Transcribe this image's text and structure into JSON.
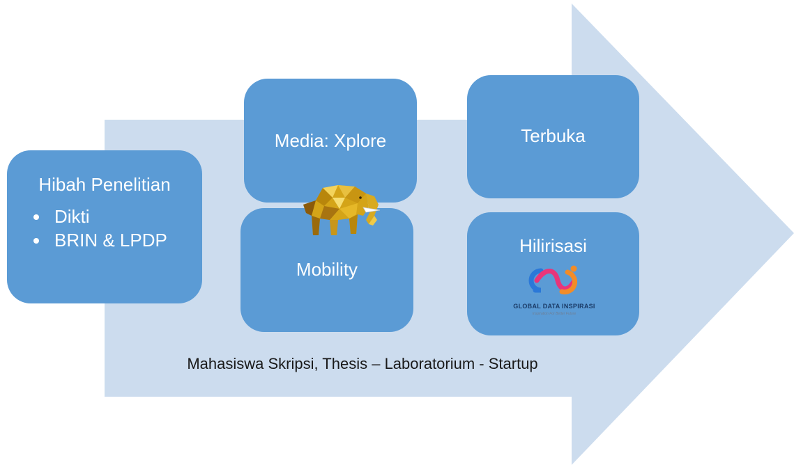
{
  "colors": {
    "arrow_fill": "#ccdcee",
    "box_fill": "#5b9bd5",
    "box_text": "#ffffff",
    "label_text": "#1a1a1a"
  },
  "boxes": {
    "hibah": {
      "title": "Hibah Penelitian",
      "items": [
        "Dikti",
        "BRIN & LPDP"
      ]
    },
    "media": {
      "title": "Media: Xplore"
    },
    "mobility": {
      "title": "Mobility"
    },
    "terbuka": {
      "title": "Terbuka"
    },
    "hilirisasi": {
      "title": "Hilirisasi"
    }
  },
  "bottom_label": "Mahasiswa Skripsi, Thesis – Laboratorium - Startup",
  "logos": {
    "elephant": {
      "icon": "golden-elephant-icon"
    },
    "gdi": {
      "name": "GLOBAL DATA INSPIRASI",
      "tagline": "Inspiration For Better Future"
    }
  }
}
